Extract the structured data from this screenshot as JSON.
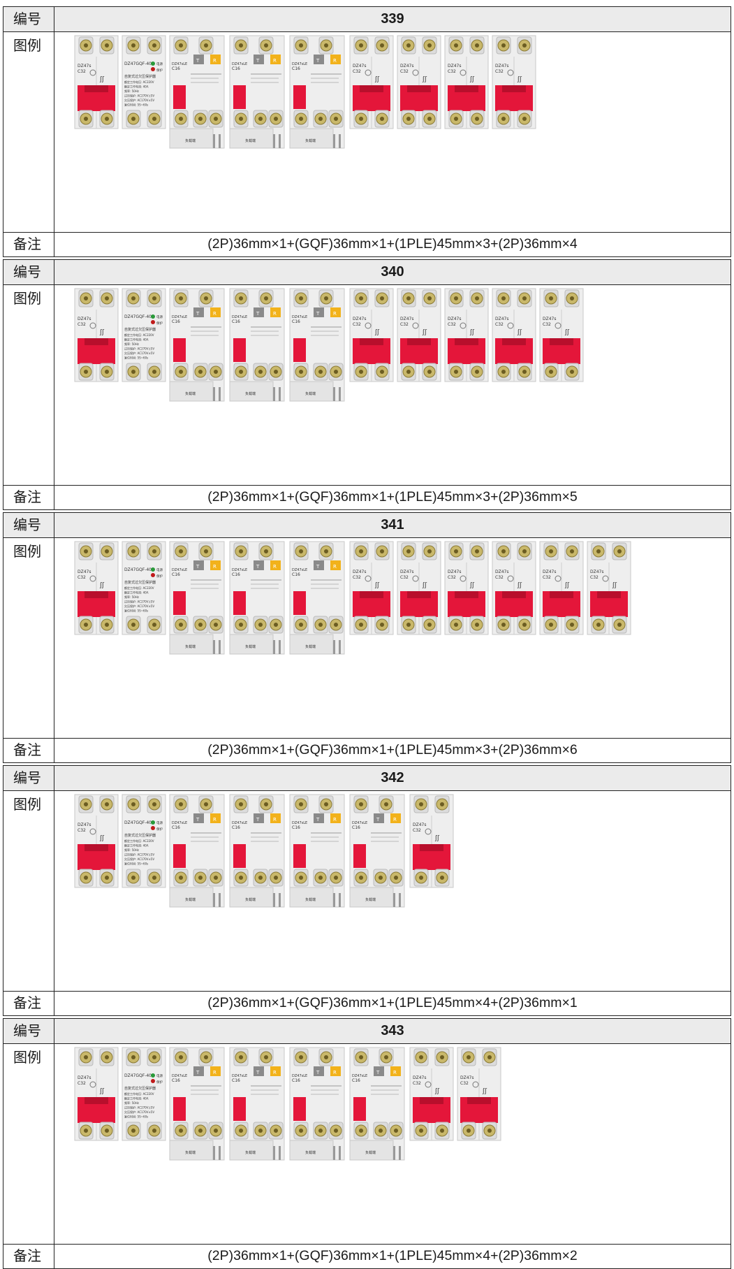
{
  "labels": {
    "number": "编号",
    "legend": "图例",
    "note": "备注"
  },
  "gqf_text": {
    "model": "DZ47GQF-40",
    "power": "电源",
    "protect": "保护",
    "title": "自复式过欠压保护器",
    "lines": [
      "额定工作电压: AC220V",
      "额定工作电流: 40A",
      "频率: 50Hz",
      "过压保护: AC270V±5V",
      "欠压保护: AC170V±5V",
      "复位时间: 5S~60s"
    ]
  },
  "ple_text": {
    "model": "DZ47sLE",
    "rating": "C16",
    "bottom": "负载端",
    "test": "T",
    "reset": "R"
  },
  "mcb_text": {
    "model": "DZ47s",
    "rating": "C32"
  },
  "colors": {
    "red": "#e4163a",
    "module": "#eeeeee",
    "yellow": "#f2b21b"
  },
  "specs": [
    {
      "number": "339",
      "modules": [
        "2P",
        "GQF",
        "PLE",
        "PLE",
        "PLE",
        "2P",
        "2P",
        "2P",
        "2P"
      ],
      "note": "(2P)36mm×1+(GQF)36mm×1+(1PLE)45mm×3+(2P)36mm×4"
    },
    {
      "number": "340",
      "modules": [
        "2P",
        "GQF",
        "PLE",
        "PLE",
        "PLE",
        "2P",
        "2P",
        "2P",
        "2P",
        "2P"
      ],
      "note": "(2P)36mm×1+(GQF)36mm×1+(1PLE)45mm×3+(2P)36mm×5"
    },
    {
      "number": "341",
      "modules": [
        "2P",
        "GQF",
        "PLE",
        "PLE",
        "PLE",
        "2P",
        "2P",
        "2P",
        "2P",
        "2P",
        "2P"
      ],
      "note": "(2P)36mm×1+(GQF)36mm×1+(1PLE)45mm×3+(2P)36mm×6"
    },
    {
      "number": "342",
      "modules": [
        "2P",
        "GQF",
        "PLE",
        "PLE",
        "PLE",
        "PLE",
        "2P"
      ],
      "note": "(2P)36mm×1+(GQF)36mm×1+(1PLE)45mm×4+(2P)36mm×1"
    },
    {
      "number": "343",
      "modules": [
        "2P",
        "GQF",
        "PLE",
        "PLE",
        "PLE",
        "PLE",
        "2P",
        "2P"
      ],
      "note": "(2P)36mm×1+(GQF)36mm×1+(1PLE)45mm×4+(2P)36mm×2"
    }
  ]
}
